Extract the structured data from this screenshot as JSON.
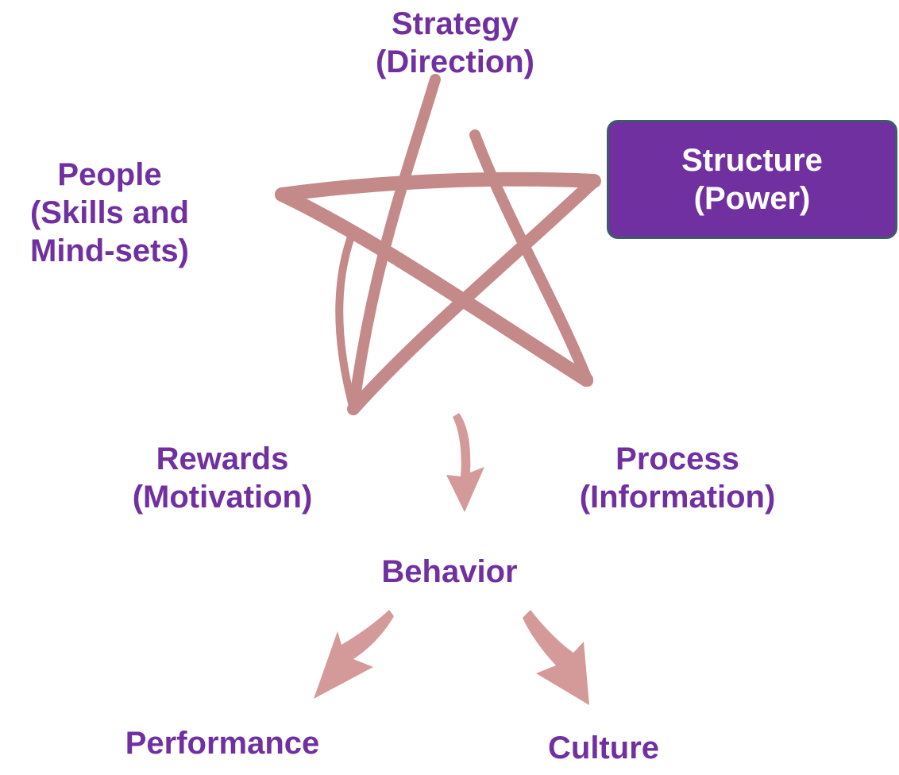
{
  "diagram": {
    "strategy": {
      "line1": "Strategy",
      "line2": "(Direction)"
    },
    "structure": {
      "line1": "Structure",
      "line2": "(Power)"
    },
    "people": {
      "line1": "People",
      "line2": "(Skills and",
      "line3": "Mind-sets)"
    },
    "rewards": {
      "line1": "Rewards",
      "line2": "(Motivation)"
    },
    "process": {
      "line1": "Process",
      "line2": "(Information)"
    },
    "behavior": "Behavior",
    "performance": "Performance",
    "culture": "Culture"
  },
  "colors": {
    "label_text": "#7030a0",
    "highlight_fill": "#7030a0",
    "highlight_border": "#3f5a6b",
    "highlight_text": "#ffffff",
    "star_stroke": "#c48a8a",
    "arrow_fill": "#d49a9a"
  },
  "icons": {
    "star": "hand-drawn-star-icon",
    "arrow_down": "arrow-down-icon",
    "arrow_down_left": "arrow-down-left-icon",
    "arrow_down_right": "arrow-down-right-icon"
  }
}
